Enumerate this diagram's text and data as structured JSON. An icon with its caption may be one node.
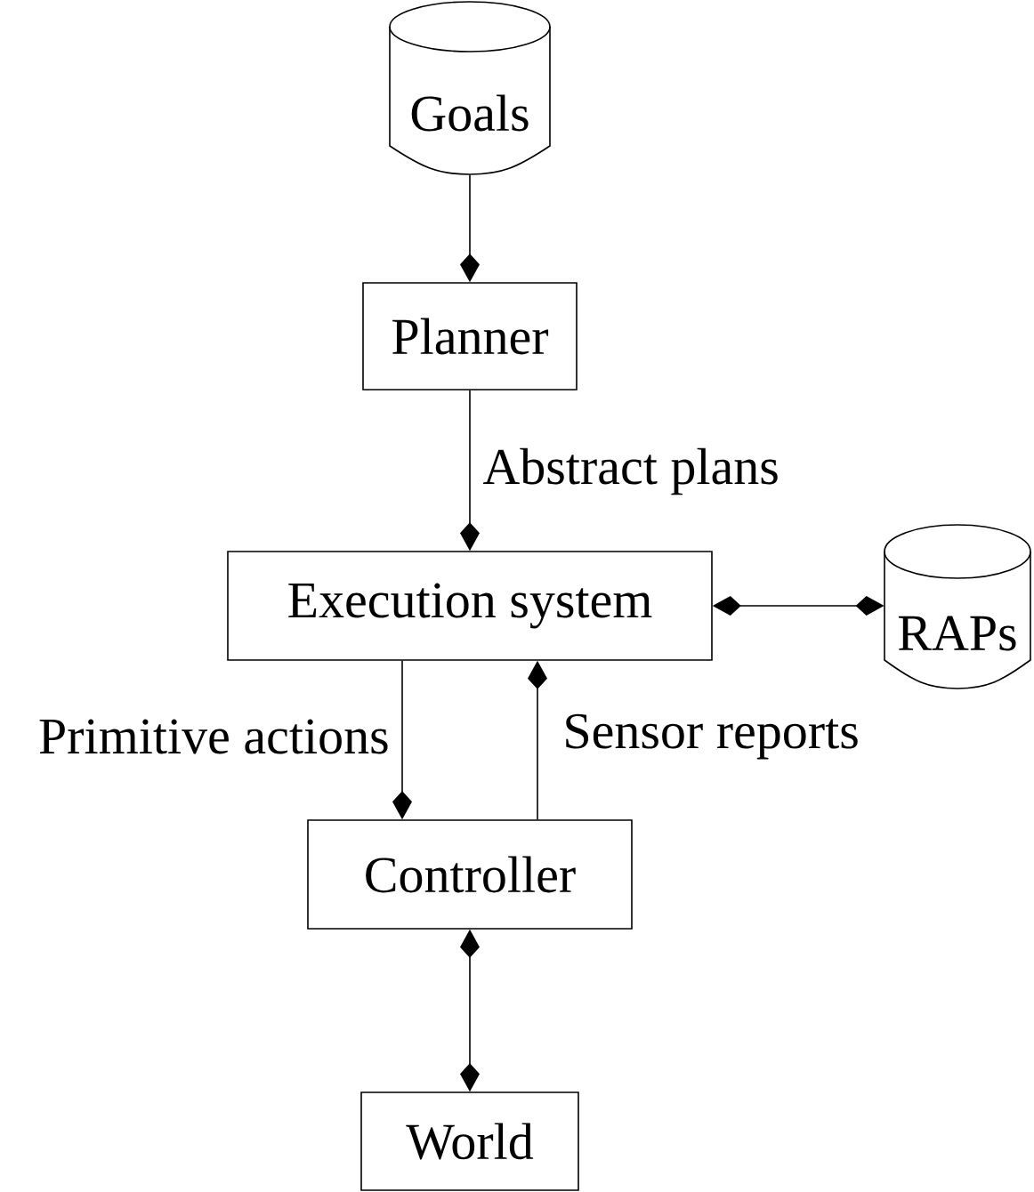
{
  "diagram": {
    "nodes": [
      {
        "text": [
          "Goals"
        ]
      },
      {
        "text": [
          "Planner"
        ]
      },
      {
        "text": [
          "Execution system"
        ]
      },
      {
        "text": [
          "RAPs"
        ]
      },
      {
        "text": [
          "Controller"
        ]
      },
      {
        "text": [
          "World"
        ]
      }
    ],
    "edges": [
      {
        "from": 0,
        "to": 1,
        "arrow": "to"
      },
      {
        "from": 1,
        "to": 2,
        "arrow": "to",
        "label": "Abstract plans"
      },
      {
        "from": 2,
        "to": 3,
        "arrow": "both"
      },
      {
        "from": 2,
        "to": 4,
        "arrow": "to",
        "label": "Primitive actions"
      },
      {
        "from": 4,
        "to": 2,
        "arrow": "to",
        "label": "Sensor reports"
      },
      {
        "from": 4,
        "to": 5,
        "arrow": "both"
      }
    ]
  }
}
